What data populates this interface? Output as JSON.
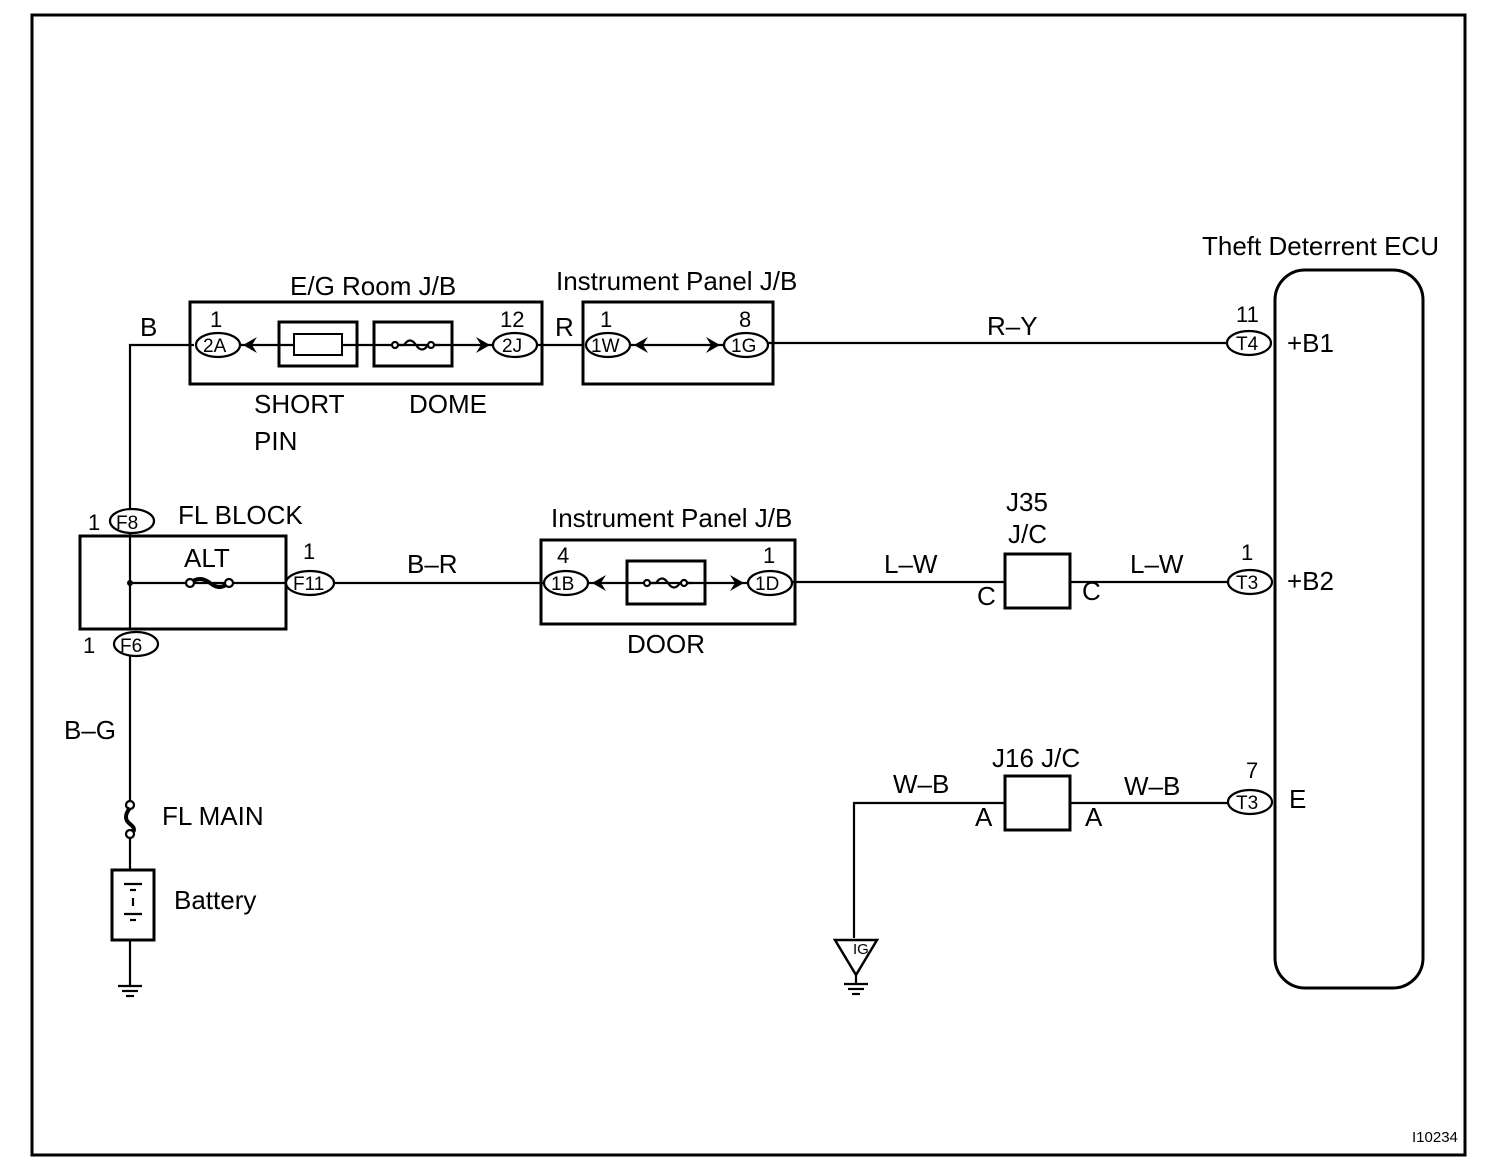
{
  "diagram": {
    "figure_id": "I10234",
    "components": {
      "ecu": "Theft Deterrent ECU",
      "eg_room_jb": "E/G Room J/B",
      "instrument_panel_jb": "Instrument Panel J/B",
      "fl_block": "FL BLOCK",
      "alt_fuse": "ALT",
      "fl_main": "FL MAIN",
      "battery": "Battery",
      "j35": "J35",
      "j35_sub": "J/C",
      "j16": "J16 J/C",
      "short_pin_line1": "SHORT",
      "short_pin_line2": "PIN",
      "dome_fuse": "DOME",
      "door_fuse": "DOOR"
    },
    "wires": {
      "b": "B",
      "r": "R",
      "r_y": "R–Y",
      "b_r": "B–R",
      "l_w_left": "L–W",
      "l_w_right": "L–W",
      "b_g": "B–G",
      "w_b_left": "W–B",
      "w_b_right": "W–B"
    },
    "connectors": {
      "c2A": "2A",
      "c2J": "2J",
      "c1W": "1W",
      "c1G": "1G",
      "cT4": "T4",
      "cF8": "F8",
      "cF6": "F6",
      "cF11": "F11",
      "c1B": "1B",
      "c1D": "1D",
      "cT3a": "T3",
      "cT3b": "T3",
      "ground": "IG"
    },
    "pins": {
      "p2A": "1",
      "p2J": "12",
      "p1W": "1",
      "p1G": "8",
      "pT4": "11",
      "pF8": "1",
      "pF6": "1",
      "pF11": "1",
      "p1B": "4",
      "p1D": "1",
      "pT3a": "1",
      "pT3b": "7",
      "j35_left": "C",
      "j35_right": "C",
      "j16_left": "A",
      "j16_right": "A"
    },
    "terminals": {
      "b1": "+B1",
      "b2": "+B2",
      "e": "E"
    }
  }
}
